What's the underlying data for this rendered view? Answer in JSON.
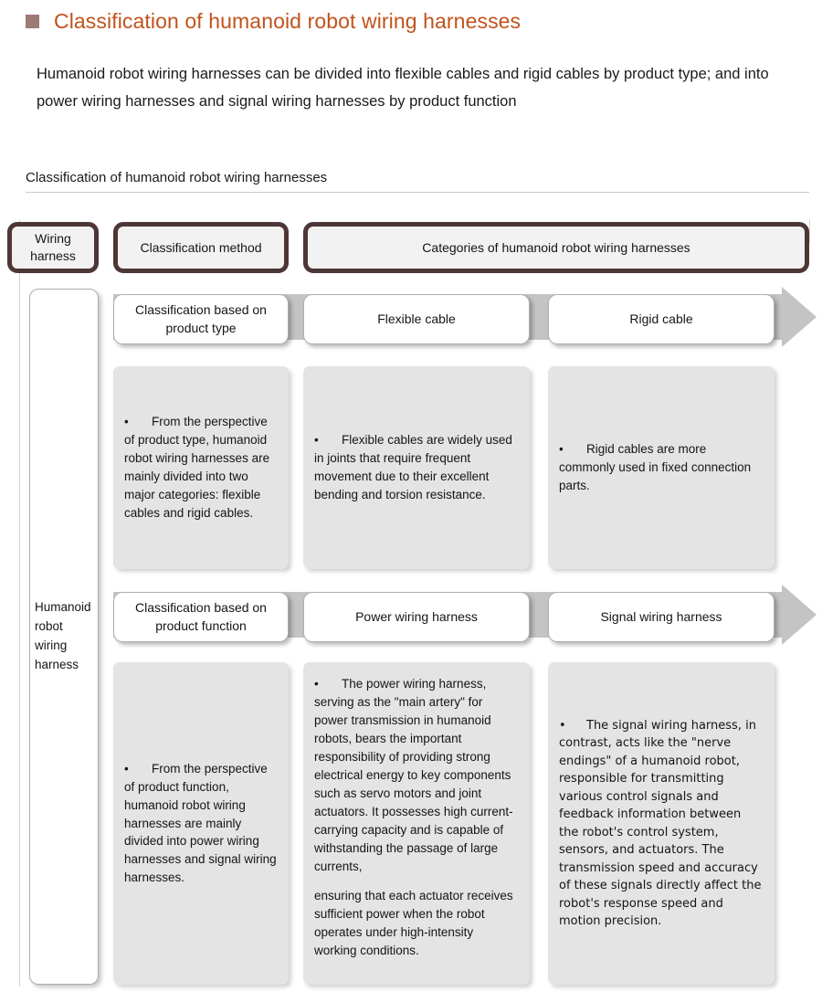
{
  "slide": {
    "title": "Classification of humanoid robot wiring harnesses",
    "bullet_color": "#9c7a78",
    "title_color": "#c0531c",
    "lead": "Humanoid robot wiring harnesses can be divided into flexible cables and rigid cables by product type; and into power wiring harnesses and signal wiring harnesses by product function",
    "section_heading": "Classification of humanoid robot wiring harnesses"
  },
  "diagram": {
    "header_border_color": "#4d3636",
    "arrow_color": "#c4c4c4",
    "card_color": "#e4e4e4",
    "headers": {
      "root": "Wiring harness",
      "method": "Classification method",
      "categories": "Categories of humanoid robot wiring harnesses"
    },
    "root_label": "Humanoid robot wiring harness",
    "rows": [
      {
        "method_label": "Classification based on product type",
        "method_card": "From the perspective of product type, humanoid robot wiring harnesses are mainly divided into two major categories: flexible cables and rigid cables.",
        "categories": [
          {
            "label": "Flexible cable",
            "card": "Flexible cables are widely used in joints that require frequent movement due to their excellent bending and torsion resistance."
          },
          {
            "label": "Rigid cable",
            "card": "Rigid cables are more commonly used in fixed connection parts."
          }
        ]
      },
      {
        "method_label": "Classification based on product function",
        "method_card": "From the perspective of product function, humanoid robot wiring harnesses are mainly divided into power wiring harnesses and signal wiring harnesses.",
        "categories": [
          {
            "label": "Power wiring harness",
            "card": "The power wiring harness, serving as the \"main artery\" for power transmission in humanoid robots, bears the important responsibility of providing strong electrical energy to key components such as servo motors and joint actuators. It possesses high current-carrying capacity and is capable of withstanding the passage of large currents,",
            "card2": "ensuring that each actuator receives sufficient power when the robot operates under high-intensity working conditions."
          },
          {
            "label": "Signal wiring harness",
            "card": "The signal wiring harness, in contrast, acts like the \"nerve endings\" of a humanoid robot, responsible for transmitting various control signals and feedback information between the robot's control system, sensors, and actuators. The transmission speed and accuracy of these signals directly affect the robot's response speed and motion precision."
          }
        ]
      }
    ]
  }
}
